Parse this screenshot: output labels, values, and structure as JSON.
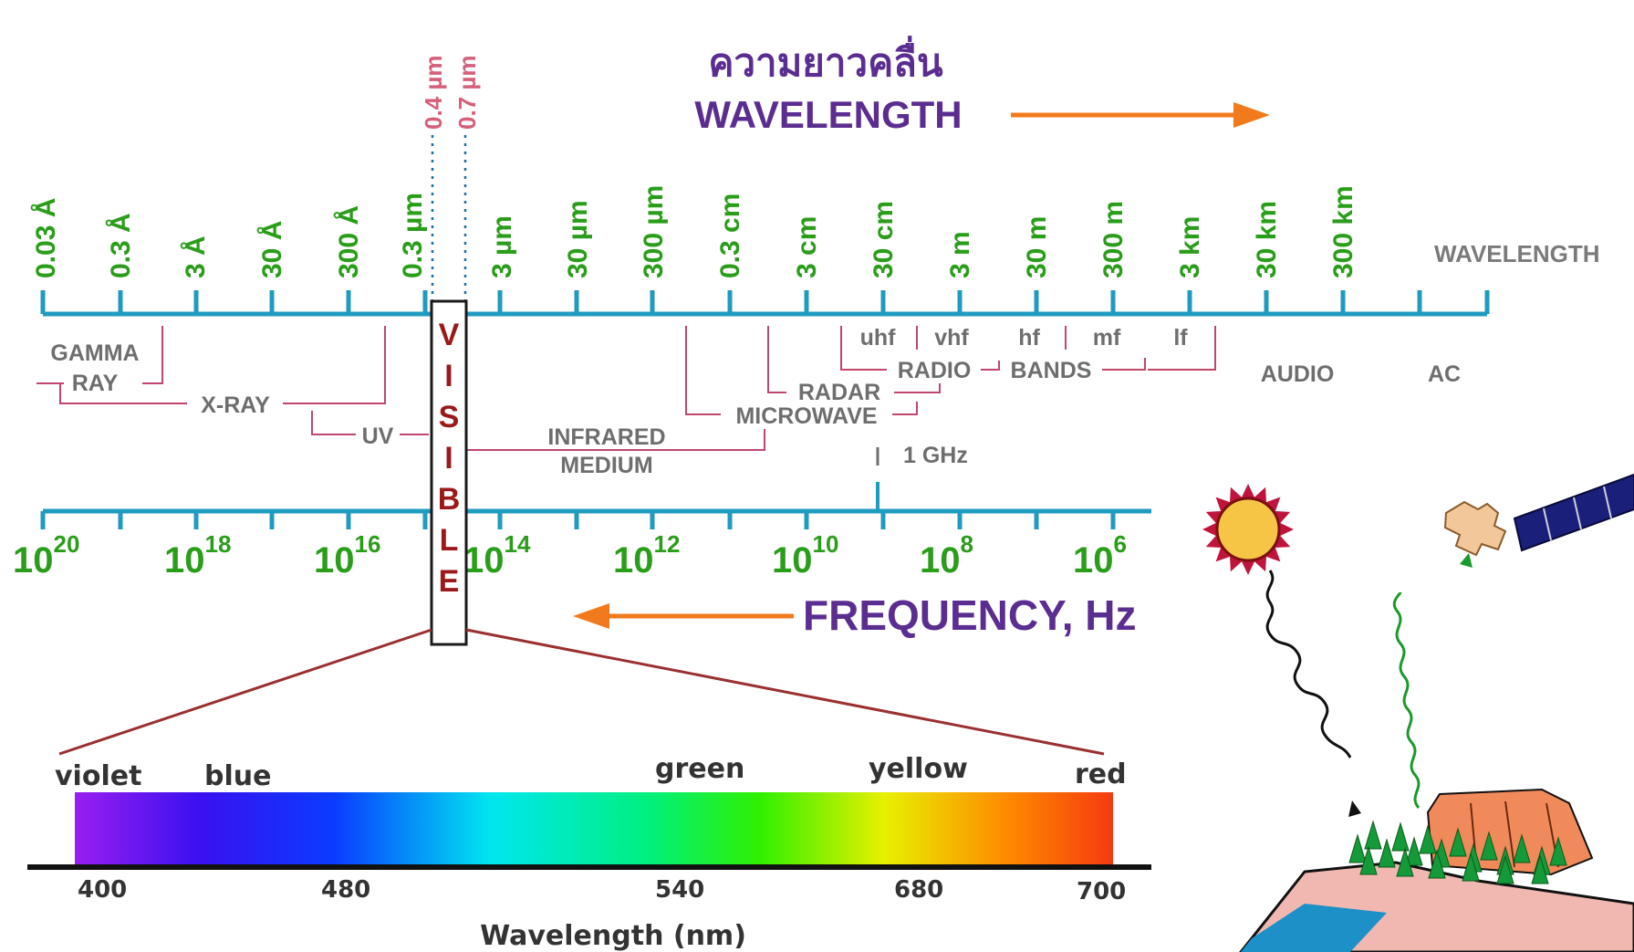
{
  "titles": {
    "thai_heading": "ความยาวคลื่น",
    "wavelength_heading": "WAVELENGTH",
    "wavelength_axis_label": "WAVELENGTH",
    "frequency_label": "FREQUENCY, Hz",
    "visible_vertical": [
      "V",
      "I",
      "S",
      "I",
      "B",
      "L",
      "E"
    ]
  },
  "visible_bounds": [
    "0.4 µm",
    "0.7 µm"
  ],
  "wavelength_ticks": [
    "0.03 Å",
    "0.3 Å",
    "3 Å",
    "30 Å",
    "300 Å",
    "0.3 µm",
    "3 µm",
    "30 µm",
    "300 µm",
    "0.3 cm",
    "3 cm",
    "30 cm",
    "3 m",
    "30 m",
    "300 m",
    "3 km",
    "30 km",
    "300 km"
  ],
  "frequency_ticks": [
    {
      "base": "10",
      "exp": "20"
    },
    {
      "base": "10",
      "exp": "18"
    },
    {
      "base": "10",
      "exp": "16"
    },
    {
      "base": "10",
      "exp": "14"
    },
    {
      "base": "10",
      "exp": "12"
    },
    {
      "base": "10",
      "exp": "10"
    },
    {
      "base": "10",
      "exp": "8"
    },
    {
      "base": "10",
      "exp": "6"
    }
  ],
  "bands": {
    "gamma": "GAMMA",
    "ray": "RAY",
    "xray": "X-RAY",
    "uv": "UV",
    "infrared": "INFRARED",
    "medium": "MEDIUM",
    "microwave": "MICROWAVE",
    "radar": "RADAR",
    "radio": "RADIO",
    "bands": "BANDS",
    "uhf": "uhf",
    "vhf": "vhf",
    "hf": "hf",
    "mf": "mf",
    "lf": "lf",
    "audio": "AUDIO",
    "ac": "AC",
    "ghz": "1 GHz"
  },
  "spectrum": {
    "colors": [
      "violet",
      "blue",
      "green",
      "yellow",
      "red"
    ],
    "ticks": [
      "400",
      "480",
      "540",
      "680",
      "700"
    ],
    "axis_label": "Wavelength (nm)"
  },
  "palette": {
    "tick_green": "#2a9d1a",
    "axis_blue": "#1f9bc0",
    "band_red": "#c0476b",
    "heading_purple": "#5b2d91",
    "arrow_orange": "#f07a1c",
    "visible_red": "#9a1a1a",
    "band_gray": "#6e6e6e"
  },
  "illustration_icons": [
    "sun-icon",
    "satellite-icon",
    "terrain-icon",
    "trees-icon",
    "incoming-wave-icon",
    "reflected-wave-icon"
  ]
}
